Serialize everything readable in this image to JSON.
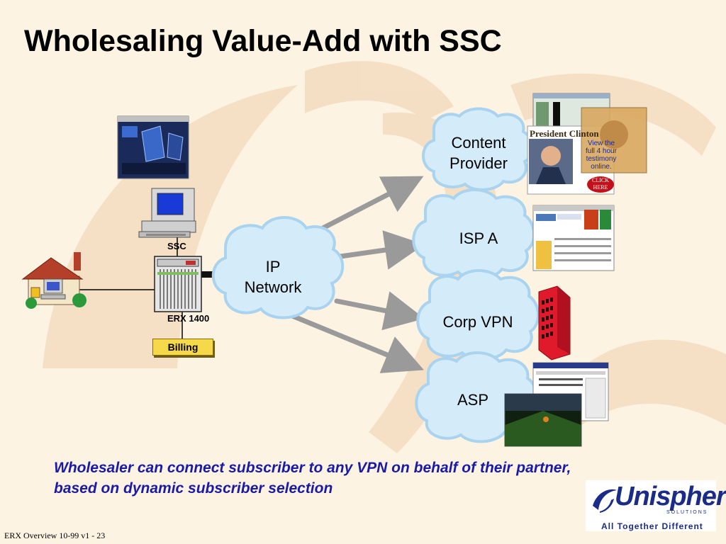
{
  "slide": {
    "title": "Wholesaling Value-Add with SSC",
    "caption_line1": "Wholesaler can connect subscriber to any VPN on behalf of their partner,",
    "caption_line2": "based on dynamic subscriber selection",
    "footer": "ERX Overview 10-99 v1 - 23"
  },
  "diagram": {
    "ssc_label": "SSC",
    "erx_label": "ERX 1400",
    "billing_label": "Billing",
    "ip_network_line1": "IP",
    "ip_network_line2": "Network",
    "content_provider_line1": "Content",
    "content_provider_line2": "Provider",
    "isp_a": "ISP A",
    "corp_vpn": "Corp VPN",
    "asp": "ASP"
  },
  "content_ad": {
    "title": "President Clinton",
    "line1": "View the",
    "line2": "full 4 hour",
    "line3": "testimony",
    "line4": "online.",
    "click_line1": "CLICK",
    "click_line2": "HERE"
  },
  "logo": {
    "name": "Unisphere",
    "sub": "SOLUTIONS",
    "tagline": "All Together Different"
  },
  "colors": {
    "background": "#fdf3e3",
    "watermark": "#f3dcc0",
    "cloud": "#d4ecfa",
    "cloud_edge": "#a9d3ee",
    "arrow": "#9a9a9a",
    "caption": "#1a1aa8",
    "billing": "#f6d94a",
    "building": "#e01a2a",
    "logo": "#1b2b88"
  },
  "icons": [
    "house-icon",
    "computer-icon",
    "router-rack-icon",
    "cloud-icon",
    "arrow-icon",
    "office-building-icon",
    "screenshot-thumbnail"
  ]
}
